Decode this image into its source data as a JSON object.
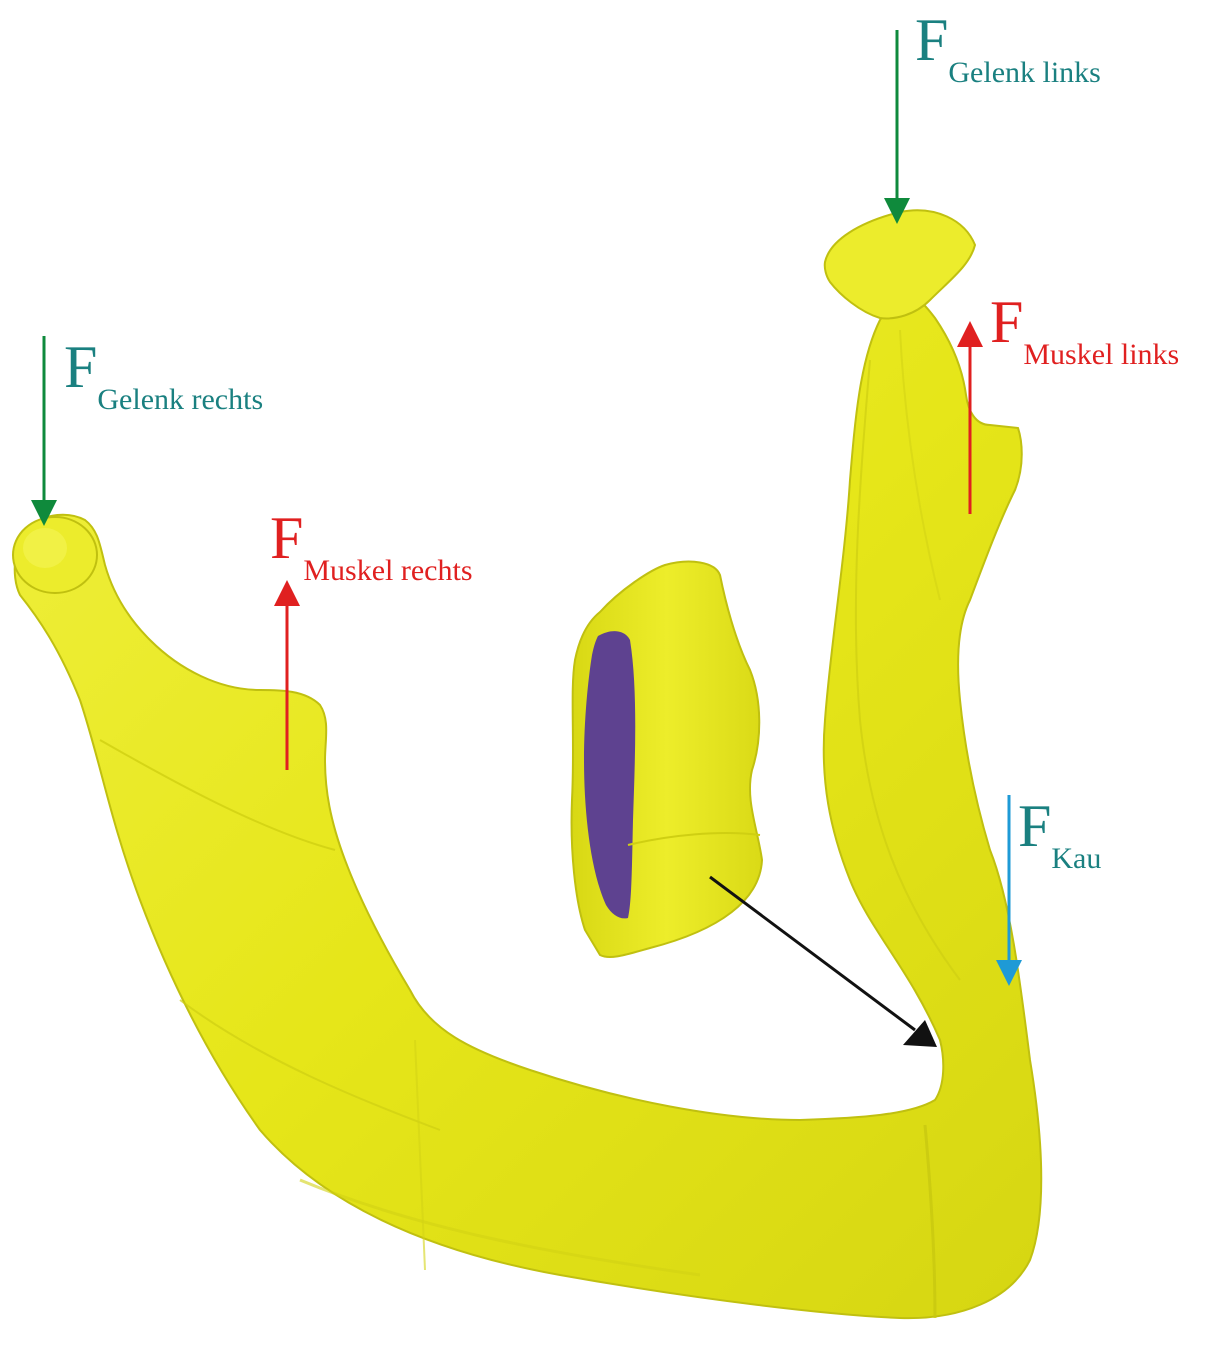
{
  "labels": {
    "gelenk_links": {
      "main": "F",
      "sub": "Gelenk links"
    },
    "muskel_links": {
      "main": "F",
      "sub": "Muskel links"
    },
    "gelenk_rechts": {
      "main": "F",
      "sub": "Gelenk rechts"
    },
    "muskel_rechts": {
      "main": "F",
      "sub": "Muskel rechts"
    },
    "kau": {
      "main": "F",
      "sub": "Kau"
    }
  },
  "colors": {
    "bone": "#e6e619",
    "bone_light": "#f2f25a",
    "bone_shadow": "#c9c910",
    "bone_outline": "#b8b80c",
    "cross_section": "#5e4290",
    "gelenk_arrow": "#0f8a3c",
    "gelenk_text": "#1a8080",
    "muskel": "#e02020",
    "kau_arrow": "#1e9ad6",
    "kau_text": "#1a8080",
    "black_arrow": "#111111"
  }
}
